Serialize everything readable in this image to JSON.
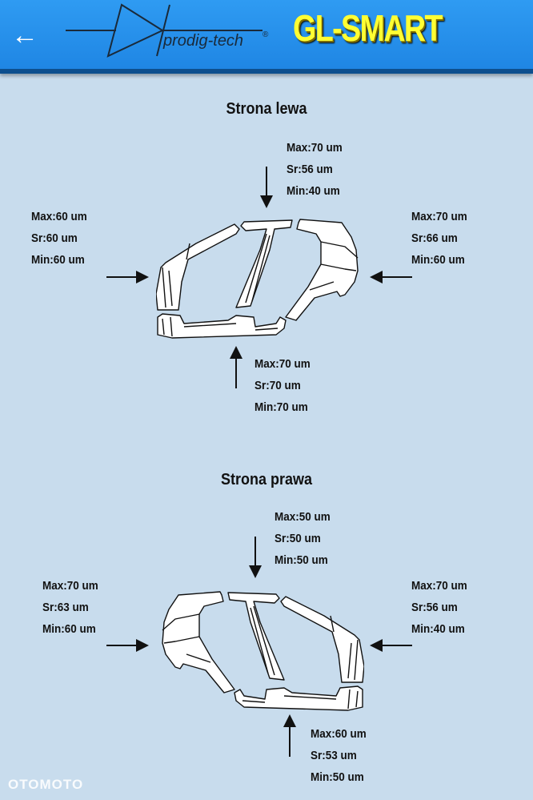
{
  "header": {
    "back_icon": "arrow-left-icon",
    "brand": "prodig-tech",
    "registered": "®",
    "app_title": "GL-SMART"
  },
  "left_side": {
    "title": "Strona lewa",
    "top": {
      "max": "Max:70 um",
      "avg": "Sr:56 um",
      "min": "Min:40 um"
    },
    "front": {
      "max": "Max:60 um",
      "avg": "Sr:60 um",
      "min": "Min:60 um"
    },
    "rear": {
      "max": "Max:70 um",
      "avg": "Sr:66 um",
      "min": "Min:60 um"
    },
    "bottom": {
      "max": "Max:70 um",
      "avg": "Sr:70 um",
      "min": "Min:70 um"
    }
  },
  "right_side": {
    "title": "Strona prawa",
    "top": {
      "max": "Max:50 um",
      "avg": "Sr:50 um",
      "min": "Min:50 um"
    },
    "rear": {
      "max": "Max:70 um",
      "avg": "Sr:63 um",
      "min": "Min:60 um"
    },
    "front": {
      "max": "Max:70 um",
      "avg": "Sr:56 um",
      "min": "Min:40 um"
    },
    "bottom": {
      "max": "Max:60 um",
      "avg": "Sr:53 um",
      "min": "Min:50 um"
    }
  },
  "watermark": "OTOMOTO"
}
